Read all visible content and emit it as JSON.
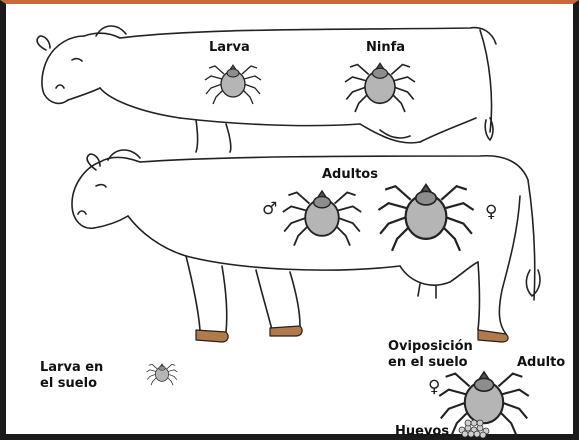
{
  "labels": {
    "larva": "Larva",
    "ninfa": "Ninfa",
    "adultos": "Adultos",
    "larva_en_el_suelo": "Larva en\nel suelo",
    "oviposicion": "Oviposición\nen el suelo",
    "adulto": "Adulto",
    "huevos": "Huevos"
  },
  "symbols": {
    "male": "♂",
    "female": "♀"
  },
  "colors": {
    "frame": "#1a1a1a",
    "frame_top": "#c86a3a",
    "tick_body": "#b5b5b5",
    "outline": "#222222",
    "hoof": "#b07a4a"
  }
}
